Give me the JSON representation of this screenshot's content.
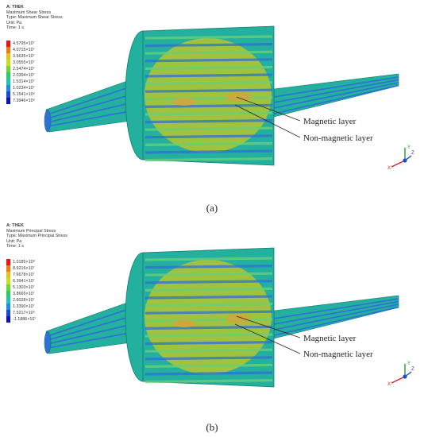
{
  "panel_a": {
    "header": [
      "A: THEK",
      "Maximum Shear Stress",
      "Type: Maximum Shear Stress",
      "Unit: Pa",
      "Time: 1 s"
    ],
    "legend": {
      "values": [
        "4.5795×10⁷",
        "4.0715×10⁷",
        "3.5635×10⁷",
        "3.0555×10⁷",
        "2.5474×10⁷",
        "2.0394×10⁷",
        "1.5314×10⁷",
        "1.0234×10⁷",
        "5.1541×10⁶",
        "7.3946×10⁶"
      ],
      "colors": [
        "#e8141a",
        "#ec7d14",
        "#e8c01a",
        "#c8e01e",
        "#6ed634",
        "#2ec86c",
        "#1ec4b8",
        "#1e8ce0",
        "#1c46d8",
        "#0a14b4"
      ]
    },
    "callouts": [
      "Magnetic layer",
      "Non-magnetic layer"
    ],
    "caption": "(a)"
  },
  "panel_b": {
    "header": [
      "A: THEK",
      "Maximum Principal Stress",
      "Type: Maximum Principal Stress",
      "Unit: Pa",
      "Time: 1 s"
    ],
    "legend": {
      "values": [
        "1.0185×10⁸",
        "8.9216×10⁷",
        "7.6678×10⁷",
        "6.3941×10⁷",
        "5.1303×10⁷",
        "3.8665×10⁷",
        "2.6028×10⁷",
        "1.3390×10⁷",
        "7.5217×10⁵",
        "-1.1886×10⁷"
      ],
      "colors": [
        "#e8141a",
        "#ec7d14",
        "#e8c01a",
        "#c8e01e",
        "#6ed634",
        "#2ec86c",
        "#1ec4b8",
        "#1e8ce0",
        "#1c46d8",
        "#0a14b4"
      ]
    },
    "callouts": [
      "Magnetic layer",
      "Non-magnetic layer"
    ],
    "caption": "(b)"
  },
  "triad": {
    "x": "X",
    "y": "Y",
    "z": "Z",
    "x_color": "#d42020",
    "y_color": "#22a030",
    "z_color": "#2040d0"
  },
  "model_colors": {
    "body": "#23b09e",
    "stripe": "#2e70d6",
    "warm": "#b7c62c",
    "hot": "#d8a23a",
    "edge": "#157a70"
  }
}
